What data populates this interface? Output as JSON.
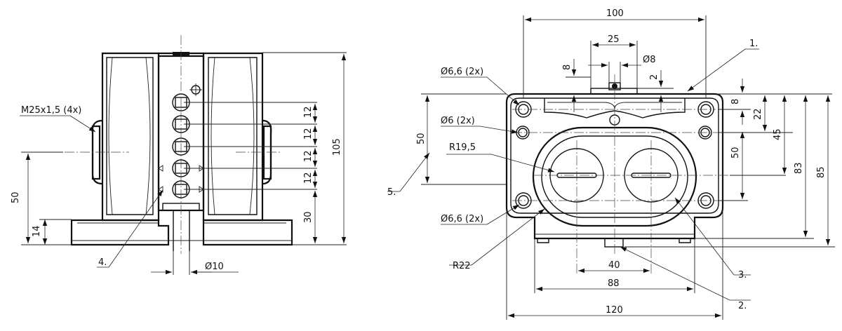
{
  "left_view": {
    "thread_label": "M25x1,5 (4x)",
    "dim_height": "50",
    "dim_base": "14",
    "dim_pitch_1": "12",
    "dim_pitch_2": "12",
    "dim_pitch_3": "12",
    "dim_pitch_4": "12",
    "dim_bottom": "30",
    "dim_total": "105",
    "dim_pin": "Ø10",
    "callout_4": "4."
  },
  "right_view": {
    "dim_width_top": "100",
    "dim_slot": "25",
    "dim_pin_dia": "Ø8",
    "dim_8_top": "8",
    "dim_2": "2",
    "hole_a": "Ø6,6 (2x)",
    "hole_b": "Ø6 (2x)",
    "radius_inner": "R19,5",
    "dim_50_left": "50",
    "callout_5": "5.",
    "hole_c": "Ø6,6 (2x)",
    "radius_outer": "R22",
    "dim_40": "40",
    "dim_88": "88",
    "dim_120": "120",
    "callout_1": "1.",
    "callout_2": "2.",
    "callout_3": "3.",
    "dim_8_right": "8",
    "dim_22": "22",
    "dim_45": "45",
    "dim_50_right": "50",
    "dim_83": "83",
    "dim_85": "85"
  }
}
